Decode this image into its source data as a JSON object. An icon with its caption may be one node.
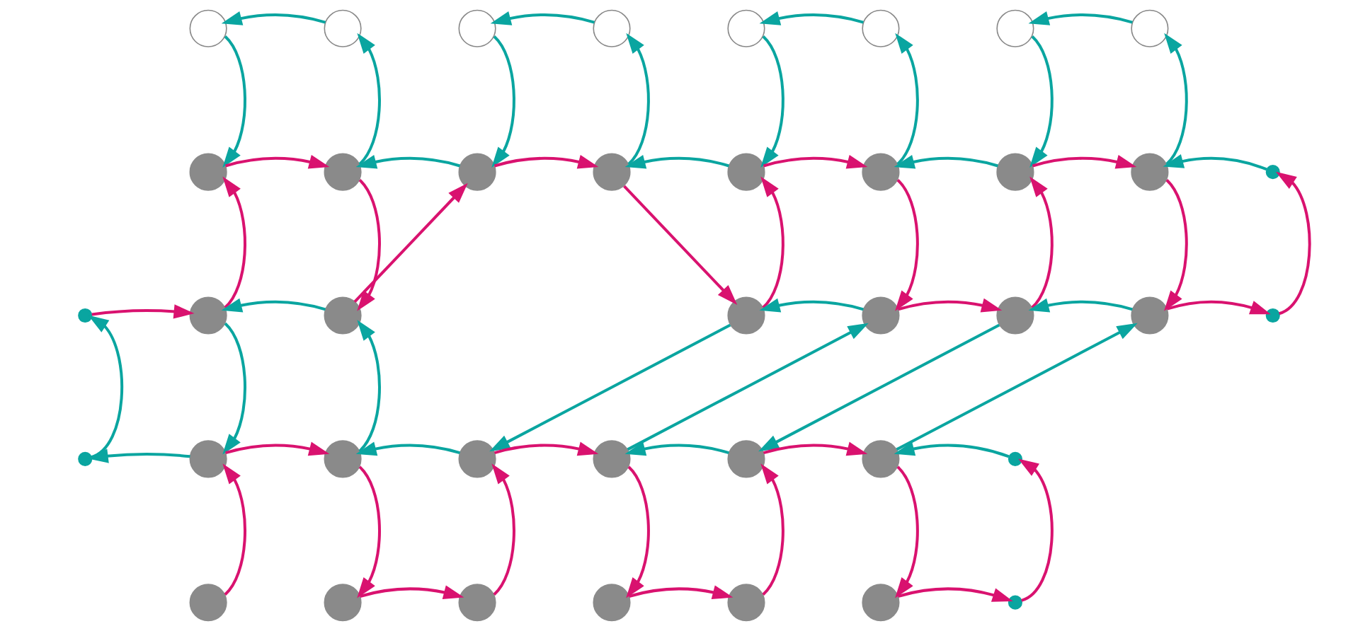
{
  "diagram": {
    "nodes": [
      {
        "text": [],
        "shape": "circle"
      },
      {
        "text": [],
        "shape": "circle"
      },
      {
        "text": [],
        "shape": "circle"
      },
      {
        "text": [],
        "shape": "circle"
      },
      {
        "text": [],
        "shape": "circle"
      },
      {
        "text": [],
        "shape": "circle"
      },
      {
        "text": [],
        "shape": "circle"
      },
      {
        "text": [],
        "shape": "circle"
      },
      {
        "text": [],
        "shape": "circle"
      },
      {
        "text": [],
        "shape": "circle"
      },
      {
        "text": [],
        "shape": "circle"
      },
      {
        "text": [],
        "shape": "circle"
      },
      {
        "text": [],
        "shape": "circle"
      },
      {
        "text": [],
        "shape": "circle"
      },
      {
        "text": [],
        "shape": "circle"
      },
      {
        "text": [],
        "shape": "circle"
      },
      {
        "text": [],
        "shape": "point"
      },
      {
        "text": [],
        "shape": "point"
      },
      {
        "text": [],
        "shape": "circle"
      },
      {
        "text": [],
        "shape": "circle"
      },
      {
        "text": [],
        "shape": "circle"
      },
      {
        "text": [],
        "shape": "circle"
      },
      {
        "text": [],
        "shape": "circle"
      },
      {
        "text": [],
        "shape": "circle"
      },
      {
        "text": [],
        "shape": "point"
      },
      {
        "text": [],
        "shape": "point"
      },
      {
        "text": [],
        "shape": "circle"
      },
      {
        "text": [],
        "shape": "circle"
      },
      {
        "text": [],
        "shape": "circle"
      },
      {
        "text": [],
        "shape": "circle"
      },
      {
        "text": [],
        "shape": "circle"
      },
      {
        "text": [],
        "shape": "circle"
      },
      {
        "text": [],
        "shape": "point"
      },
      {
        "text": [],
        "shape": "circle"
      },
      {
        "text": [],
        "shape": "circle"
      },
      {
        "text": [],
        "shape": "circle"
      },
      {
        "text": [],
        "shape": "circle"
      },
      {
        "text": [],
        "shape": "circle"
      },
      {
        "text": [],
        "shape": "circle"
      },
      {
        "text": [],
        "shape": "point"
      }
    ],
    "edges": [
      {
        "from": 1,
        "to": 0,
        "arrow": "to"
      },
      {
        "from": 3,
        "to": 2,
        "arrow": "to"
      },
      {
        "from": 5,
        "to": 4,
        "arrow": "to"
      },
      {
        "from": 7,
        "to": 6,
        "arrow": "to"
      },
      {
        "from": 0,
        "to": 8,
        "arrow": "to"
      },
      {
        "from": 9,
        "to": 1,
        "arrow": "to"
      },
      {
        "from": 2,
        "to": 10,
        "arrow": "to"
      },
      {
        "from": 11,
        "to": 3,
        "arrow": "to"
      },
      {
        "from": 4,
        "to": 12,
        "arrow": "to"
      },
      {
        "from": 13,
        "to": 5,
        "arrow": "to"
      },
      {
        "from": 6,
        "to": 14,
        "arrow": "to"
      },
      {
        "from": 15,
        "to": 7,
        "arrow": "to"
      },
      {
        "from": 8,
        "to": 9,
        "arrow": "to",
        "color": "#d9126f"
      },
      {
        "from": 10,
        "to": 9,
        "arrow": "to"
      },
      {
        "from": 10,
        "to": 11,
        "arrow": "to",
        "color": "#d9126f"
      },
      {
        "from": 12,
        "to": 11,
        "arrow": "to"
      },
      {
        "from": 12,
        "to": 13,
        "arrow": "to",
        "color": "#d9126f"
      },
      {
        "from": 14,
        "to": 13,
        "arrow": "to"
      },
      {
        "from": 14,
        "to": 15,
        "arrow": "to",
        "color": "#d9126f"
      },
      {
        "from": 16,
        "to": 15,
        "arrow": "to"
      },
      {
        "from": 19,
        "to": 10,
        "arrow": "to",
        "color": "#d9126f"
      },
      {
        "from": 11,
        "to": 20,
        "arrow": "to",
        "color": "#d9126f"
      },
      {
        "from": 18,
        "to": 8,
        "arrow": "to",
        "color": "#d9126f"
      },
      {
        "from": 9,
        "to": 19,
        "arrow": "to",
        "color": "#d9126f"
      },
      {
        "from": 20,
        "to": 12,
        "arrow": "to",
        "color": "#d9126f"
      },
      {
        "from": 13,
        "to": 21,
        "arrow": "to",
        "color": "#d9126f"
      },
      {
        "from": 22,
        "to": 14,
        "arrow": "to",
        "color": "#d9126f"
      },
      {
        "from": 15,
        "to": 23,
        "arrow": "to",
        "color": "#d9126f"
      },
      {
        "from": 24,
        "to": 16,
        "arrow": "to",
        "color": "#d9126f"
      },
      {
        "from": 17,
        "to": 18,
        "arrow": "to",
        "color": "#d9126f"
      },
      {
        "from": 19,
        "to": 18,
        "arrow": "to"
      },
      {
        "from": 21,
        "to": 20,
        "arrow": "to"
      },
      {
        "from": 21,
        "to": 22,
        "arrow": "to",
        "color": "#d9126f"
      },
      {
        "from": 23,
        "to": 22,
        "arrow": "to"
      },
      {
        "from": 23,
        "to": 24,
        "arrow": "to",
        "color": "#d9126f"
      },
      {
        "from": 20,
        "to": 28,
        "arrow": "to"
      },
      {
        "from": 29,
        "to": 21,
        "arrow": "to"
      },
      {
        "from": 22,
        "to": 30,
        "arrow": "to"
      },
      {
        "from": 31,
        "to": 23,
        "arrow": "to"
      },
      {
        "from": 18,
        "to": 26,
        "arrow": "to"
      },
      {
        "from": 27,
        "to": 19,
        "arrow": "to"
      },
      {
        "from": 25,
        "to": 17,
        "arrow": "to"
      },
      {
        "from": 26,
        "to": 25,
        "arrow": "to"
      },
      {
        "from": 26,
        "to": 27,
        "arrow": "to",
        "color": "#d9126f"
      },
      {
        "from": 28,
        "to": 27,
        "arrow": "to"
      },
      {
        "from": 28,
        "to": 29,
        "arrow": "to",
        "color": "#d9126f"
      },
      {
        "from": 30,
        "to": 29,
        "arrow": "to"
      },
      {
        "from": 30,
        "to": 31,
        "arrow": "to",
        "color": "#d9126f"
      },
      {
        "from": 32,
        "to": 31,
        "arrow": "to"
      },
      {
        "from": 33,
        "to": 26,
        "arrow": "to",
        "color": "#d9126f"
      },
      {
        "from": 27,
        "to": 34,
        "arrow": "to",
        "color": "#d9126f"
      },
      {
        "from": 35,
        "to": 28,
        "arrow": "to",
        "color": "#d9126f"
      },
      {
        "from": 29,
        "to": 36,
        "arrow": "to",
        "color": "#d9126f"
      },
      {
        "from": 37,
        "to": 30,
        "arrow": "to",
        "color": "#d9126f"
      },
      {
        "from": 31,
        "to": 38,
        "arrow": "to",
        "color": "#d9126f"
      },
      {
        "from": 39,
        "to": 32,
        "arrow": "to",
        "color": "#d9126f"
      },
      {
        "from": 34,
        "to": 35,
        "arrow": "to",
        "color": "#d9126f"
      },
      {
        "from": 36,
        "to": 37,
        "arrow": "to",
        "color": "#d9126f"
      },
      {
        "from": 38,
        "to": 39,
        "arrow": "to",
        "color": "#d9126f"
      }
    ]
  }
}
